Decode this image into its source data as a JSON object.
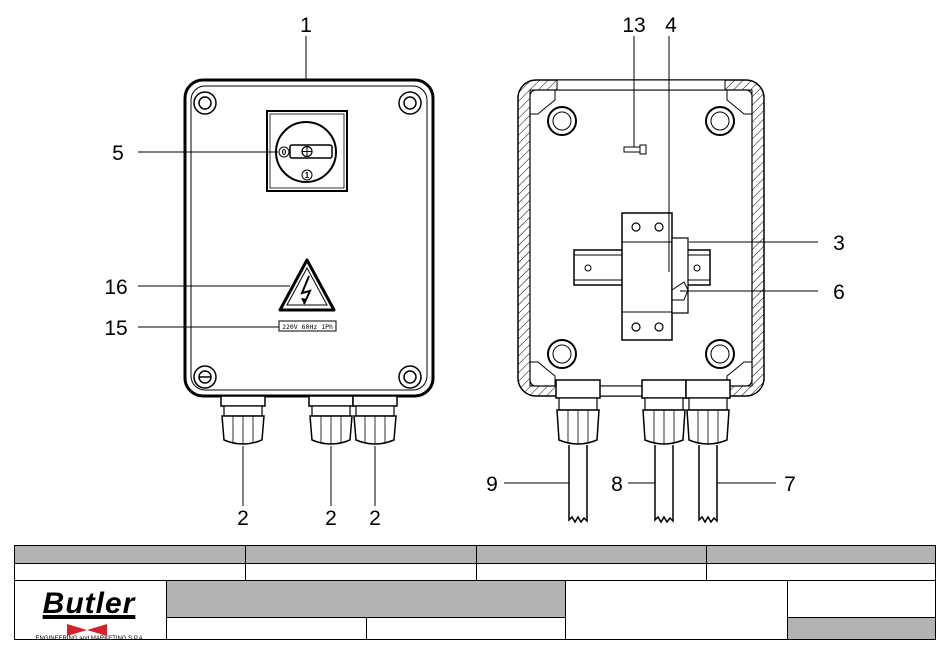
{
  "callouts": {
    "front": {
      "box": "1",
      "glands": [
        "2",
        "2",
        "2"
      ],
      "switch": "5",
      "warning": "16",
      "rating_plate": "15"
    },
    "rear": {
      "n13": "13",
      "n4": "4",
      "n3": "3",
      "n6": "6",
      "n9": "9",
      "n8": "8",
      "n7": "7"
    }
  },
  "switch_positions": {
    "off": "0",
    "on": "1"
  },
  "rating_plate_text": "220V 60Hz 1Ph",
  "title_block": {
    "logo_text": "Butler",
    "logo_subtitle": "ENGINEERING and MARKETING S.P.A."
  },
  "colors": {
    "logo_accent": "#d4212a",
    "grey_cell": "#b3b3b3"
  }
}
